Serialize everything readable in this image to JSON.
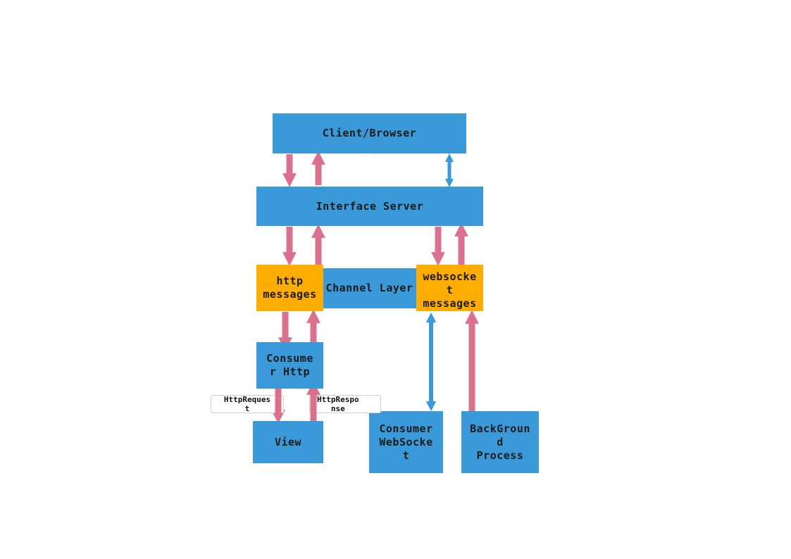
{
  "diagram": {
    "nodes": {
      "client": "Client/Browser",
      "interface_server": "Interface Server",
      "http_messages": "http\nmessages",
      "channel_layer": "Channel Layer",
      "websocket_messages": "websocke\nt\nmessages",
      "consumer_http": "Consume\nr Http",
      "view": "View",
      "consumer_websocket": "Consumer\nWebSocke\nt",
      "background_process": "BackGroun\nd\nProcess"
    },
    "edge_labels": {
      "http_request": "HttpReques\nt",
      "http_response": "HttpRespo\nnse"
    },
    "colors": {
      "node_blue": "#3a9ad9",
      "node_orange": "#ffad00",
      "arrow_pink": "#d9718f",
      "arrow_blue": "#3a9ad9"
    }
  }
}
